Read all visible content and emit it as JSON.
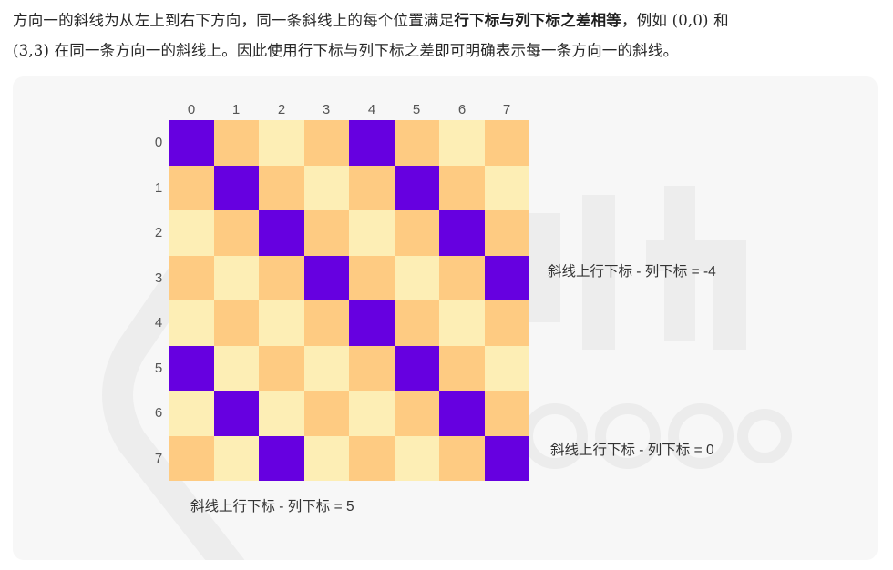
{
  "paragraph": {
    "part1": "方向一的斜线为从左上到右下方向，同一条斜线上的每个位置满足",
    "bold": "行下标与列下标之差相等",
    "part2": "，例如",
    "math1": "(0,0)",
    "part3": "和",
    "math2": "(3,3)",
    "part4": "在同一条方向一的斜线上。因此使用行下标与列下标之差即可明确表示每一条方向一的斜线。"
  },
  "diagram": {
    "col_labels": [
      "0",
      "1",
      "2",
      "3",
      "4",
      "5",
      "6",
      "7"
    ],
    "row_labels": [
      "0",
      "1",
      "2",
      "3",
      "4",
      "5",
      "6",
      "7"
    ],
    "cells": [
      [
        "P",
        "O",
        "L",
        "O",
        "P",
        "O",
        "L",
        "O"
      ],
      [
        "O",
        "P",
        "O",
        "L",
        "O",
        "P",
        "O",
        "L"
      ],
      [
        "L",
        "O",
        "P",
        "O",
        "L",
        "O",
        "P",
        "O"
      ],
      [
        "O",
        "L",
        "O",
        "P",
        "O",
        "L",
        "O",
        "P"
      ],
      [
        "L",
        "O",
        "L",
        "O",
        "P",
        "O",
        "L",
        "O"
      ],
      [
        "P",
        "L",
        "O",
        "L",
        "O",
        "P",
        "O",
        "L"
      ],
      [
        "L",
        "P",
        "L",
        "O",
        "L",
        "O",
        "P",
        "O"
      ],
      [
        "O",
        "L",
        "P",
        "L",
        "O",
        "L",
        "O",
        "P"
      ]
    ],
    "colors": {
      "P": "#6600e0",
      "O": "#fecb82",
      "L": "#fdeeb5"
    },
    "labels": {
      "minus4": "斜线上行下标 - 列下标 = -4",
      "zero": "斜线上行下标 - 列下标 = 0",
      "five": "斜线上行下标 - 列下标 = 5"
    }
  }
}
